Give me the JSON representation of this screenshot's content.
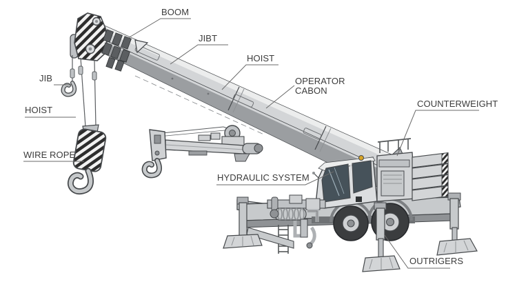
{
  "diagram": {
    "subject": "mobile crane parts diagram",
    "labels": {
      "boom": "BOOM",
      "jibt": "JIBT",
      "hoist_top": "HOIST",
      "operator_cabin_line1": "OPERATOR",
      "operator_cabin_line2": "CABON",
      "counterweight": "COUNTERWEIGHT",
      "jib": "JIB",
      "hoist_left": "HOIST",
      "wire_rope": "WIRE ROPE",
      "hydraulic_system": "HYDRAULIC SYSTEM",
      "outriggers": "OUTRIGERS"
    },
    "colors": {
      "label_text": "#3b3b3b",
      "leader_line": "#6a6a6a",
      "body_light": "#d9dbdd",
      "body_mid": "#bfc2c5",
      "body_dark": "#8f9295",
      "outline": "#45484b",
      "window": "#46525a",
      "hazard_stripe": "#2d2d2d",
      "beacon_amber": "#d8a426",
      "background": "#ffffff"
    }
  }
}
